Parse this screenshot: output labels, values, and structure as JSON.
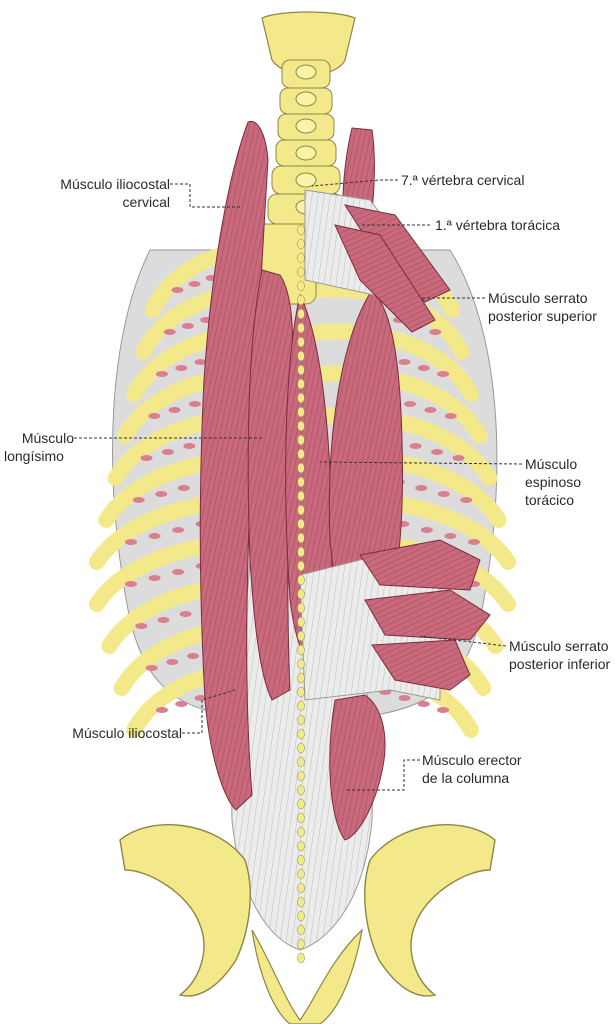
{
  "labels": {
    "iliocostal_cervical": [
      "Músculo iliocostal",
      "cervical"
    ],
    "vertebra_cervical_7": "7.ª vértebra cervical",
    "vertebra_toracica_1": "1.ª vértebra torácica",
    "serrato_posterior_superior": [
      "Músculo serrato",
      "posterior superior"
    ],
    "longisimo": [
      "Músculo",
      "longísimo"
    ],
    "espinoso_toracico": [
      "Músculo",
      "espinoso",
      "torácico"
    ],
    "serrato_posterior_inferior": [
      "Músculo serrato",
      "posterior inferior"
    ],
    "iliocostal": "Músculo iliocostal",
    "erector_columna": [
      "Músculo erector",
      "de la columna"
    ]
  },
  "colors": {
    "bone": "#f3e98a",
    "bone_outline": "#8d8646",
    "muscle": "#c8697c",
    "muscle_dark": "#9c3f55",
    "tendon": "#e6e6e6",
    "intercostal": "#d97f90"
  }
}
